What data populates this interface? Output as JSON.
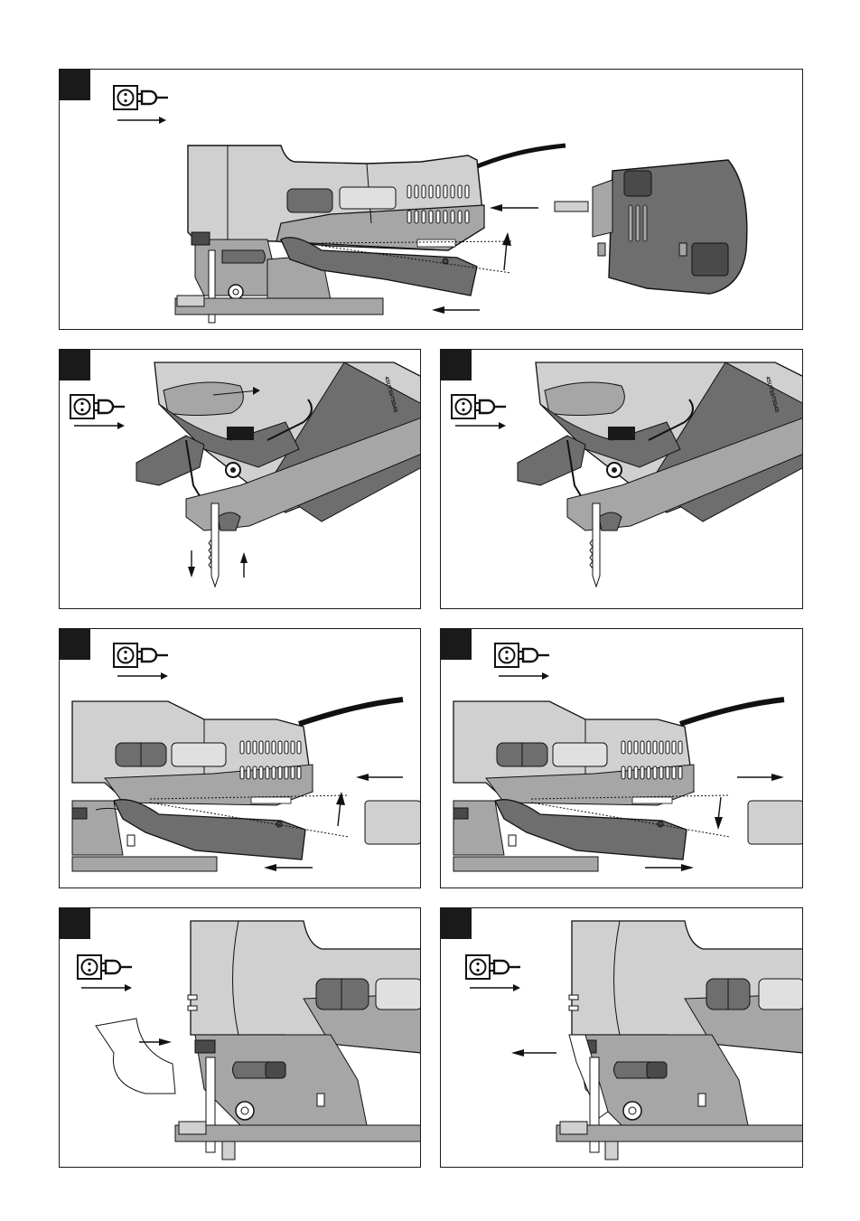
{
  "figures": [
    {
      "id": "fig1",
      "unplug_icon": "unplug-before-work-icon"
    },
    {
      "id": "fig2",
      "unplug_icon": "unplug-before-work-icon",
      "serial": "4SUT5ST5S4S"
    },
    {
      "id": "fig3",
      "serial": "4SUT5ST5S4S"
    },
    {
      "id": "fig4",
      "unplug_icon": "unplug-before-work-icon"
    },
    {
      "id": "fig5",
      "unplug_icon": "unplug-before-work-icon"
    },
    {
      "id": "fig6",
      "unplug_icon": "unplug-before-work-icon"
    },
    {
      "id": "fig7",
      "unplug_icon": "unplug-before-work-icon"
    }
  ],
  "colors": {
    "border": "#1a1a1a",
    "tool_light": "#d0d0d0",
    "tool_mid": "#a6a6a6",
    "tool_dark": "#6e6e6e",
    "tool_darker": "#4a4a4a"
  }
}
